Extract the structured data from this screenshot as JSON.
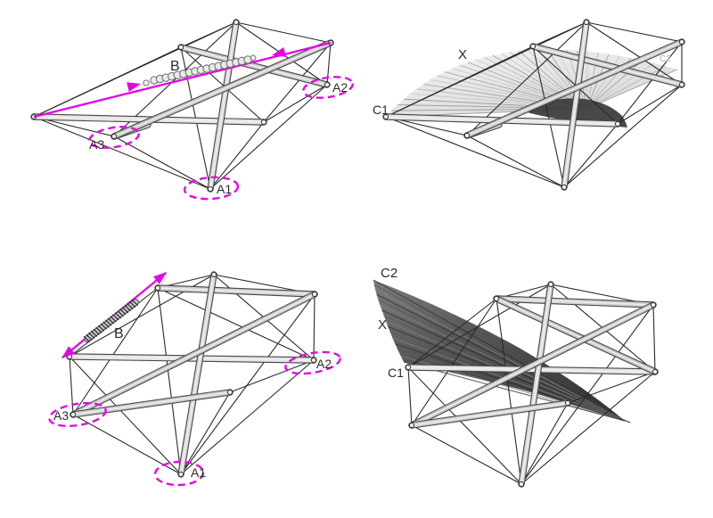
{
  "panels": {
    "top_left": {
      "labels": {
        "spring": "B",
        "a1": "A1",
        "a2": "A2",
        "a3": "A3"
      }
    },
    "top_right": {
      "labels": {
        "x": "X",
        "c1": "C1",
        "c2_faint": "C2"
      }
    },
    "bottom_left": {
      "labels": {
        "spring": "B",
        "a1": "A1",
        "a2": "A2",
        "a3": "A3"
      }
    },
    "bottom_right": {
      "labels": {
        "c2": "C2",
        "x": "X",
        "c1": "C1"
      }
    }
  },
  "colors": {
    "background": "#ffffff",
    "annotation_magenta": "#e504e5",
    "strut_outline": "#464646",
    "strut_fill_light": "#e3e3e3",
    "strut_fill_mid": "#cfcfcf",
    "strut_fill_mid2": "#d8d8d8",
    "strut_fill_mid3": "#c7c7c7",
    "cable": "#2a2a2a",
    "fan_light": "#d6d6d6",
    "fan_ray_dark": "#9c9c9c",
    "fan_ray_light": "#c6c6c6",
    "swirl_dark": "#3e3e3e",
    "band_dark": "#3a3a3a",
    "label_text": "#2b2b2b",
    "label_faint": "#b5b5b5"
  }
}
